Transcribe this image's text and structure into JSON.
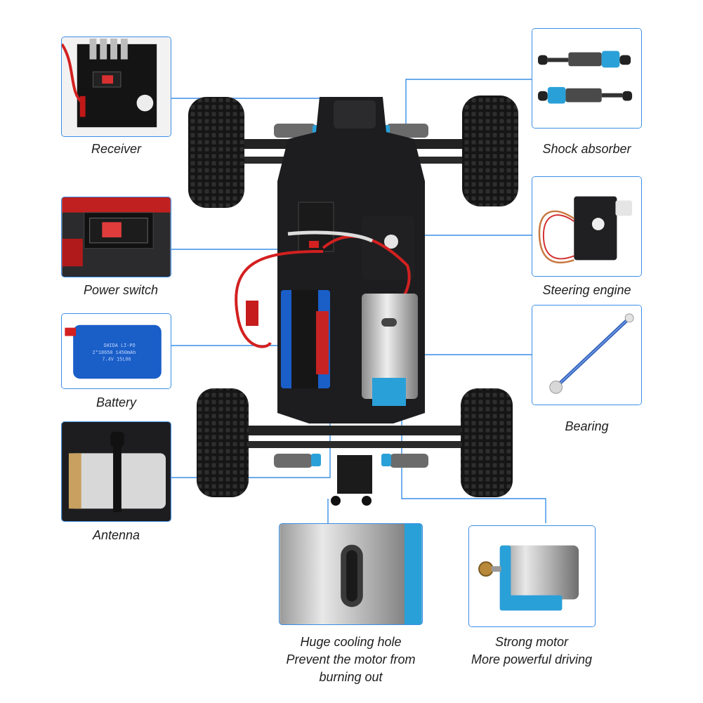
{
  "labels": {
    "receiver": "Receiver",
    "power_switch": "Power switch",
    "battery": "Battery",
    "antenna": "Antenna",
    "shock_absorber": "Shock absorber",
    "steering_engine": "Steering engine",
    "bearing": "Bearing",
    "cooling_hole": [
      "Huge cooling hole",
      "Prevent the motor from",
      "burning out"
    ],
    "strong_motor": [
      "Strong motor",
      "More powerful driving"
    ]
  },
  "battery_print": [
    "SHIDA LI-PO",
    "2*18650 1450mAh",
    "7.4V 15L06"
  ],
  "colors": {
    "accent": "#3a8ee6",
    "anodized_blue": "#2aa0d8",
    "chassis": "#1d1d1f",
    "tire": "#151515",
    "battery_blue": "#1a5ec8",
    "wire_red": "#d32020"
  }
}
